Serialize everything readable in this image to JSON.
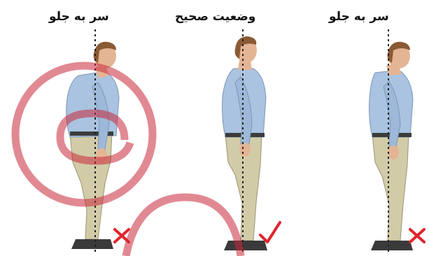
{
  "captions": {
    "left": "سر به جلو",
    "middle": "وضعیت صحیح",
    "right": "سر به جلو"
  },
  "figures": [
    {
      "posture": "head-forward",
      "verdict": "wrong"
    },
    {
      "posture": "correct",
      "verdict": "correct"
    },
    {
      "posture": "head-forward",
      "verdict": "wrong"
    }
  ],
  "colors": {
    "shirt": "#a9c3e0",
    "trousers": "#d2cba8",
    "skin": "#e4b594",
    "hair": "#8a5a34",
    "shoes": "#3a3a3a",
    "plumb_line": "#222222",
    "verdict_mark": "#e0242c",
    "watermark": "#c8283a"
  },
  "icons": {
    "correct": "check-mark-icon",
    "wrong": "cross-mark-icon"
  }
}
